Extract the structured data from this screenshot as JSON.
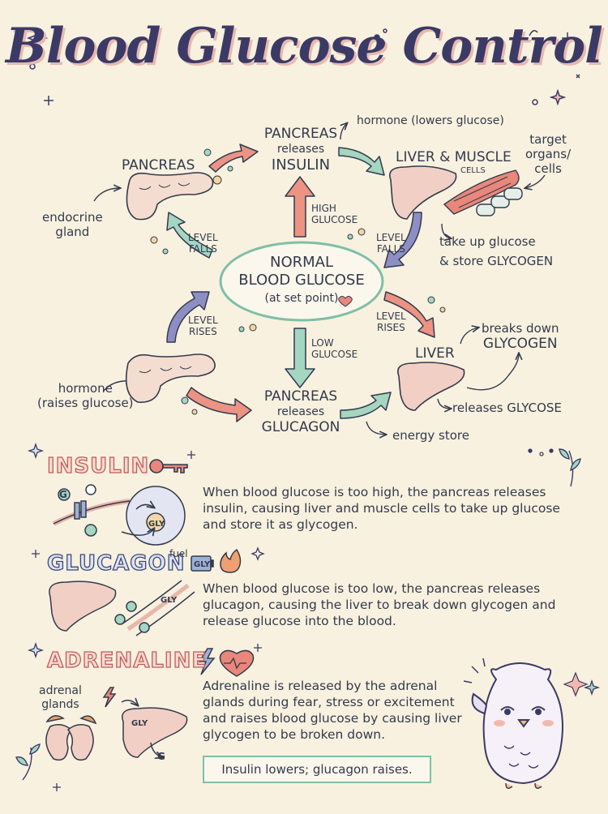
{
  "title": "Blood Glucose Control",
  "diagram": {
    "pancreas_left": "PANCREAS",
    "endocrine_gland": "endocrine\ngland",
    "pancreas_releases_insulin": {
      "line1": "PANCREAS",
      "line2": "releases",
      "line3": "INSULIN"
    },
    "hormone_lowers": "hormone (lowers glucose)",
    "liver_muscle": "LIVER & MUSCLE",
    "cells": "CELLS",
    "target_organs": "target\norgans/\ncells",
    "high_glucose": "HIGH\nGLUCOSE",
    "level_falls_left": "LEVEL\nFALLS",
    "level_falls_right": "LEVEL\nFALLS",
    "take_up": "take up glucose\n& store GLYCOGEN",
    "normal": {
      "line1": "NORMAL",
      "line2": "BLOOD GLUCOSE",
      "line3": "(at set point)"
    },
    "level_rises_left": "LEVEL\nRISES",
    "level_rises_right": "LEVEL\nRISES",
    "low_glucose": "LOW\nGLUCOSE",
    "liver": "LIVER",
    "breaks_down": {
      "line1": "breaks down",
      "line2": "GLYCOGEN"
    },
    "hormone_raises": "hormone\n(raises glucose)",
    "pancreas_releases_glucagon": {
      "line1": "PANCREAS",
      "line2": "releases",
      "line3": "GLUCAGON"
    },
    "releases_glycose": "releases GLYCOSE",
    "energy_store": "energy store"
  },
  "sections": {
    "insulin": {
      "title": "INSULIN",
      "text": "When blood glucose is too high, the pancreas releases insulin, causing liver and muscle cells to take up glucose and store it as glycogen.",
      "g_label": "G",
      "gly_label": "GLY"
    },
    "glucagon": {
      "title": "GLUCAGON",
      "fuel": "fuel",
      "gly_label": "GLY",
      "text": "When blood glucose is too low, the pancreas releases glucagon, causing the liver to break down glycogen and release glucose into the blood."
    },
    "adrenaline": {
      "title": "ADRENALINE",
      "adrenal_glands": "adrenal\nglands",
      "gly_label": "GLY",
      "g_label": "G",
      "text": "Adrenaline is released by the adrenal glands during fear, stress or excitement and raises blood glucose by causing liver glycogen to be broken down."
    }
  },
  "summary": "Insulin lowers; glucagon raises.",
  "colors": {
    "background": "#f8f1df",
    "ink": "#333a4e",
    "coral": "#e8877a",
    "mint": "#9fd3bd",
    "lavender": "#8d8fc4",
    "title": "#3b3a66"
  }
}
